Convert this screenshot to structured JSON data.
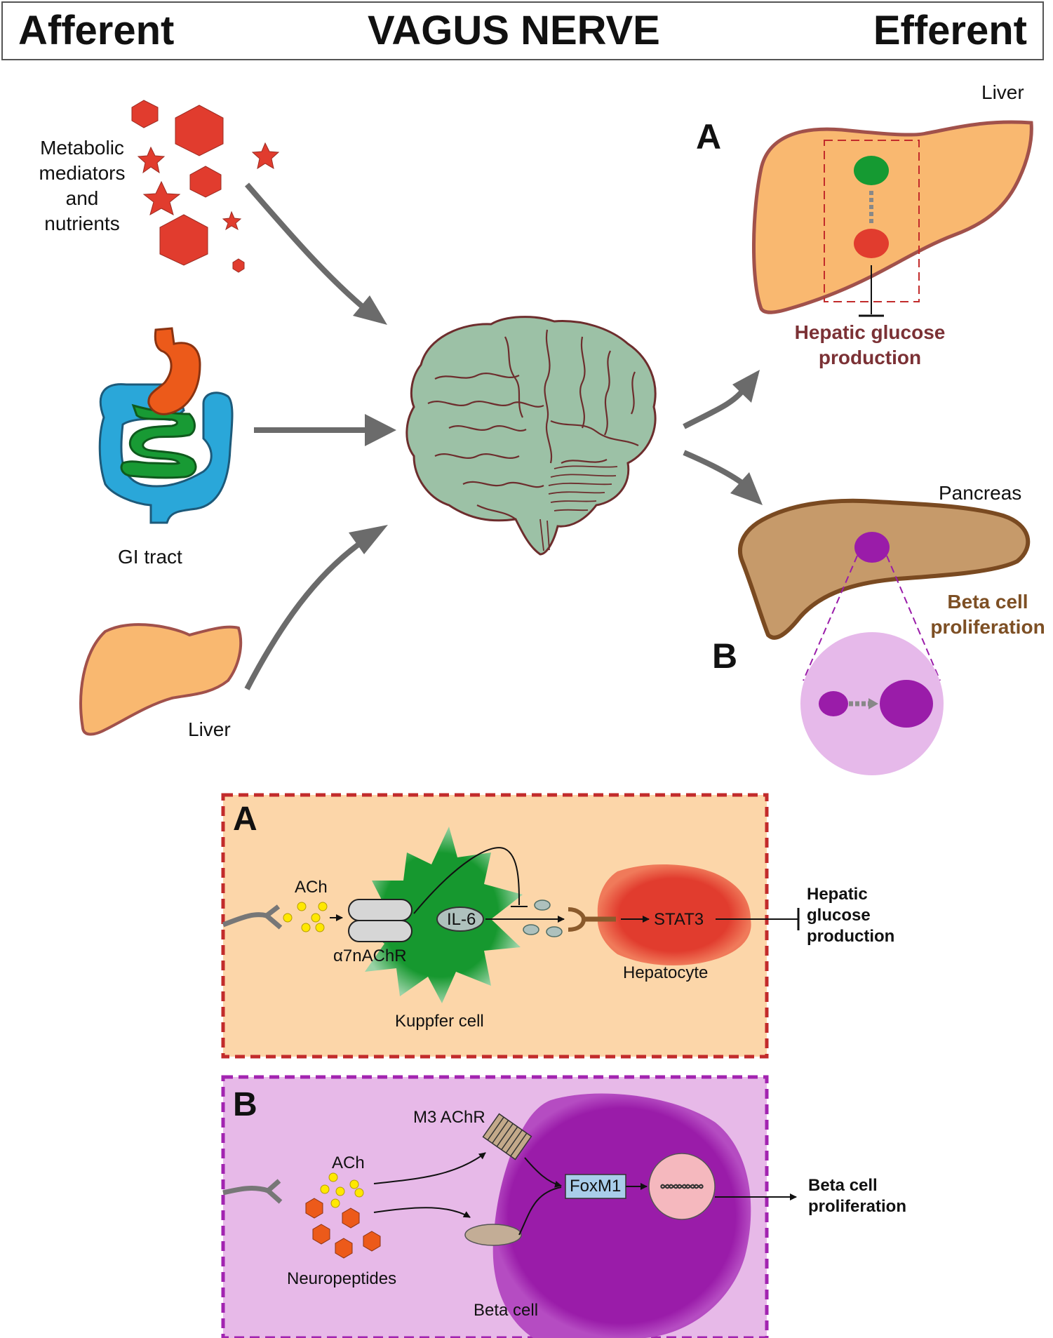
{
  "header": {
    "left": "Afferent",
    "center": "VAGUS NERVE",
    "right": "Efferent"
  },
  "afferent": {
    "metabolic_label": [
      "Metabolic",
      "mediators",
      "and",
      "nutrients"
    ],
    "gi_label": "GI tract",
    "liver_label": "Liver"
  },
  "efferent": {
    "liver_label": "Liver",
    "panel_a_letter": "A",
    "hepatic_text": [
      "Hepatic glucose",
      "production"
    ],
    "pancreas_label": "Pancreas",
    "panel_b_letter": "B",
    "beta_text": [
      "Beta cell",
      "proliferation"
    ]
  },
  "box_a": {
    "letter": "A",
    "ach": "ACh",
    "receptor": "α7nAChR",
    "il6": "IL-6",
    "stat3": "STAT3",
    "kuppfer": "Kuppfer cell",
    "hepatocyte": "Hepatocyte",
    "outcome": [
      "Hepatic",
      "glucose",
      "production"
    ]
  },
  "box_b": {
    "letter": "B",
    "receptor": "M3 AChR",
    "ach": "ACh",
    "foxm1": "FoxM1",
    "neuropeptides": "Neuropeptides",
    "beta_cell": "Beta cell",
    "outcome": [
      "Beta cell",
      "proliferation"
    ]
  },
  "colors": {
    "arrow_gray": "#6b6b6b",
    "liver_fill": "#f9b870",
    "liver_stroke": "#a1514b",
    "brain_fill": "#9cc1a6",
    "brain_stroke": "#6d2d2d",
    "red": "#e13c2e",
    "green": "#159a32",
    "pancreas_fill": "#c69a6a",
    "pancreas_stroke": "#7a4a21",
    "purple": "#9a1ca9",
    "light_purple": "#e6b9ea",
    "box_a_fill": "#fcd6a9",
    "box_a_border": "#c22b2b",
    "box_b_fill": "#e7b9e8",
    "box_b_border": "#a224b0",
    "stomach": "#ec5a1a",
    "colon": "#2aa7d9",
    "small_intestine": "#189a34"
  }
}
